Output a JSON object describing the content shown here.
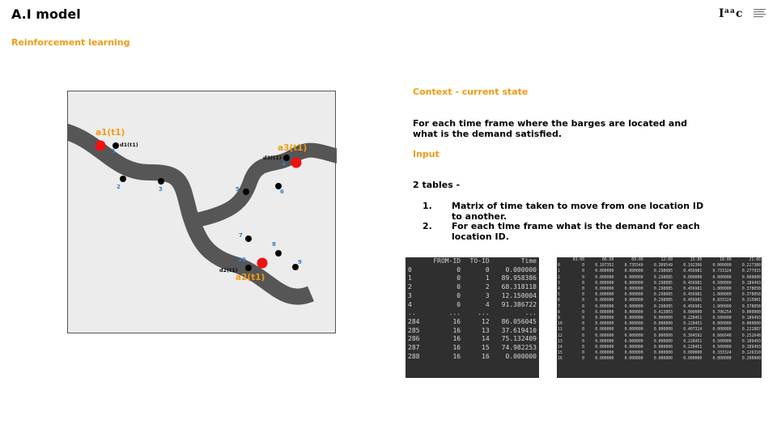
{
  "slide": {
    "title": "A.I model",
    "subtitle": "Reinforcement learning",
    "logo_text": "Iaac"
  },
  "map": {
    "points": [
      {
        "label": "1",
        "state": "d1(t1)"
      },
      {
        "label": "2"
      },
      {
        "label": "3"
      },
      {
        "label": "4",
        "state": "d3(t1)"
      },
      {
        "label": "5"
      },
      {
        "label": "6"
      },
      {
        "label": "7"
      },
      {
        "label": "8"
      },
      {
        "label": "9"
      },
      {
        "label": "10",
        "state": "d2(t1)"
      }
    ],
    "barges": [
      {
        "label": "a1(t1)",
        "at": "1"
      },
      {
        "label": "a3(t1)",
        "at": "4"
      },
      {
        "label": "a2(t1)",
        "at": "10"
      }
    ],
    "colors": {
      "river": "#565656",
      "point": "#000000",
      "barge": "#ee1111",
      "label": "#2f7fd2",
      "accent": "#f29b12"
    }
  },
  "context": {
    "title": "Context - current state",
    "text": "For each time frame where the barges are located and what is the demand satisfied.",
    "input_title": "Input",
    "tables_title": "2 tables -",
    "items": [
      {
        "num": "1.",
        "text": "Matrix of time taken to move from one location ID to another."
      },
      {
        "num": "2.",
        "text": "For each time frame what is the demand for each location ID."
      }
    ]
  },
  "table_travel": {
    "columns": [
      "",
      "FROM-ID",
      "TO-ID",
      "Time"
    ],
    "rows": [
      [
        "0",
        "0",
        "0",
        "0.000000"
      ],
      [
        "1",
        "0",
        "1",
        "89.958386"
      ],
      [
        "2",
        "0",
        "2",
        "68.318118"
      ],
      [
        "3",
        "0",
        "3",
        "12.150004"
      ],
      [
        "4",
        "0",
        "4",
        "91.386722"
      ],
      [
        "..",
        "...",
        "...",
        "..."
      ],
      [
        "284",
        "16",
        "12",
        "86.056045"
      ],
      [
        "285",
        "16",
        "13",
        "37.619410"
      ],
      [
        "286",
        "16",
        "14",
        "75.132409"
      ],
      [
        "287",
        "16",
        "15",
        "74.982253"
      ],
      [
        "288",
        "16",
        "16",
        "0.000000"
      ]
    ]
  },
  "table_demand": {
    "columns": [
      "",
      "03:00",
      "06:00",
      "09:00",
      "12:00",
      "15:00",
      "18:00",
      "21:00"
    ],
    "rows": [
      [
        "0",
        "0",
        "0.107352",
        "0.735549",
        "0.309549",
        "0.192366",
        "0.000000",
        "0.227380"
      ],
      [
        "1",
        "0",
        "0.000000",
        "0.000000",
        "0.298085",
        "0.456981",
        "0.733324",
        "0.277915"
      ],
      [
        "2",
        "0",
        "0.000000",
        "0.000000",
        "0.298085",
        "0.000000",
        "0.000000",
        "0.000000"
      ],
      [
        "3",
        "0",
        "0.000000",
        "0.000000",
        "0.298085",
        "0.456981",
        "0.500000",
        "0.189493"
      ],
      [
        "4",
        "0",
        "0.000000",
        "0.000000",
        "0.298085",
        "0.456981",
        "1.000000",
        "0.378058"
      ],
      [
        "5",
        "0",
        "0.000000",
        "0.000000",
        "0.298085",
        "0.456981",
        "1.000000",
        "0.378058"
      ],
      [
        "6",
        "0",
        "0.000000",
        "0.000000",
        "0.298085",
        "0.456981",
        "0.833324",
        "0.315801"
      ],
      [
        "7",
        "0",
        "0.000000",
        "0.000000",
        "0.298085",
        "0.456981",
        "1.000000",
        "0.378058"
      ],
      [
        "8",
        "0",
        "0.000000",
        "0.000000",
        "0.413803",
        "0.000000",
        "0.706254",
        "0.000000"
      ],
      [
        "9",
        "0",
        "0.000000",
        "0.000000",
        "0.000000",
        "0.228451",
        "0.500000",
        "0.189493"
      ],
      [
        "10",
        "0",
        "0.000000",
        "0.000000",
        "0.000000",
        "0.228451",
        "0.000000",
        "0.000000"
      ],
      [
        "11",
        "0",
        "0.000000",
        "0.000000",
        "0.000000",
        "0.407324",
        "0.000000",
        "0.221887"
      ],
      [
        "12",
        "0",
        "0.000000",
        "0.000000",
        "0.000000",
        "0.304592",
        "0.666648",
        "0.252648"
      ],
      [
        "13",
        "0",
        "0.000000",
        "0.000000",
        "0.000000",
        "0.228451",
        "0.500000",
        "0.189493"
      ],
      [
        "14",
        "0",
        "0.000000",
        "0.000000",
        "0.000000",
        "0.228451",
        "0.500000",
        "0.189493"
      ],
      [
        "15",
        "0",
        "0.000000",
        "0.000000",
        "0.000000",
        "0.000000",
        "0.333324",
        "0.126310"
      ],
      [
        "16",
        "0",
        "0.000000",
        "0.000000",
        "0.000000",
        "0.000000",
        "0.000000",
        "0.200000"
      ]
    ]
  }
}
